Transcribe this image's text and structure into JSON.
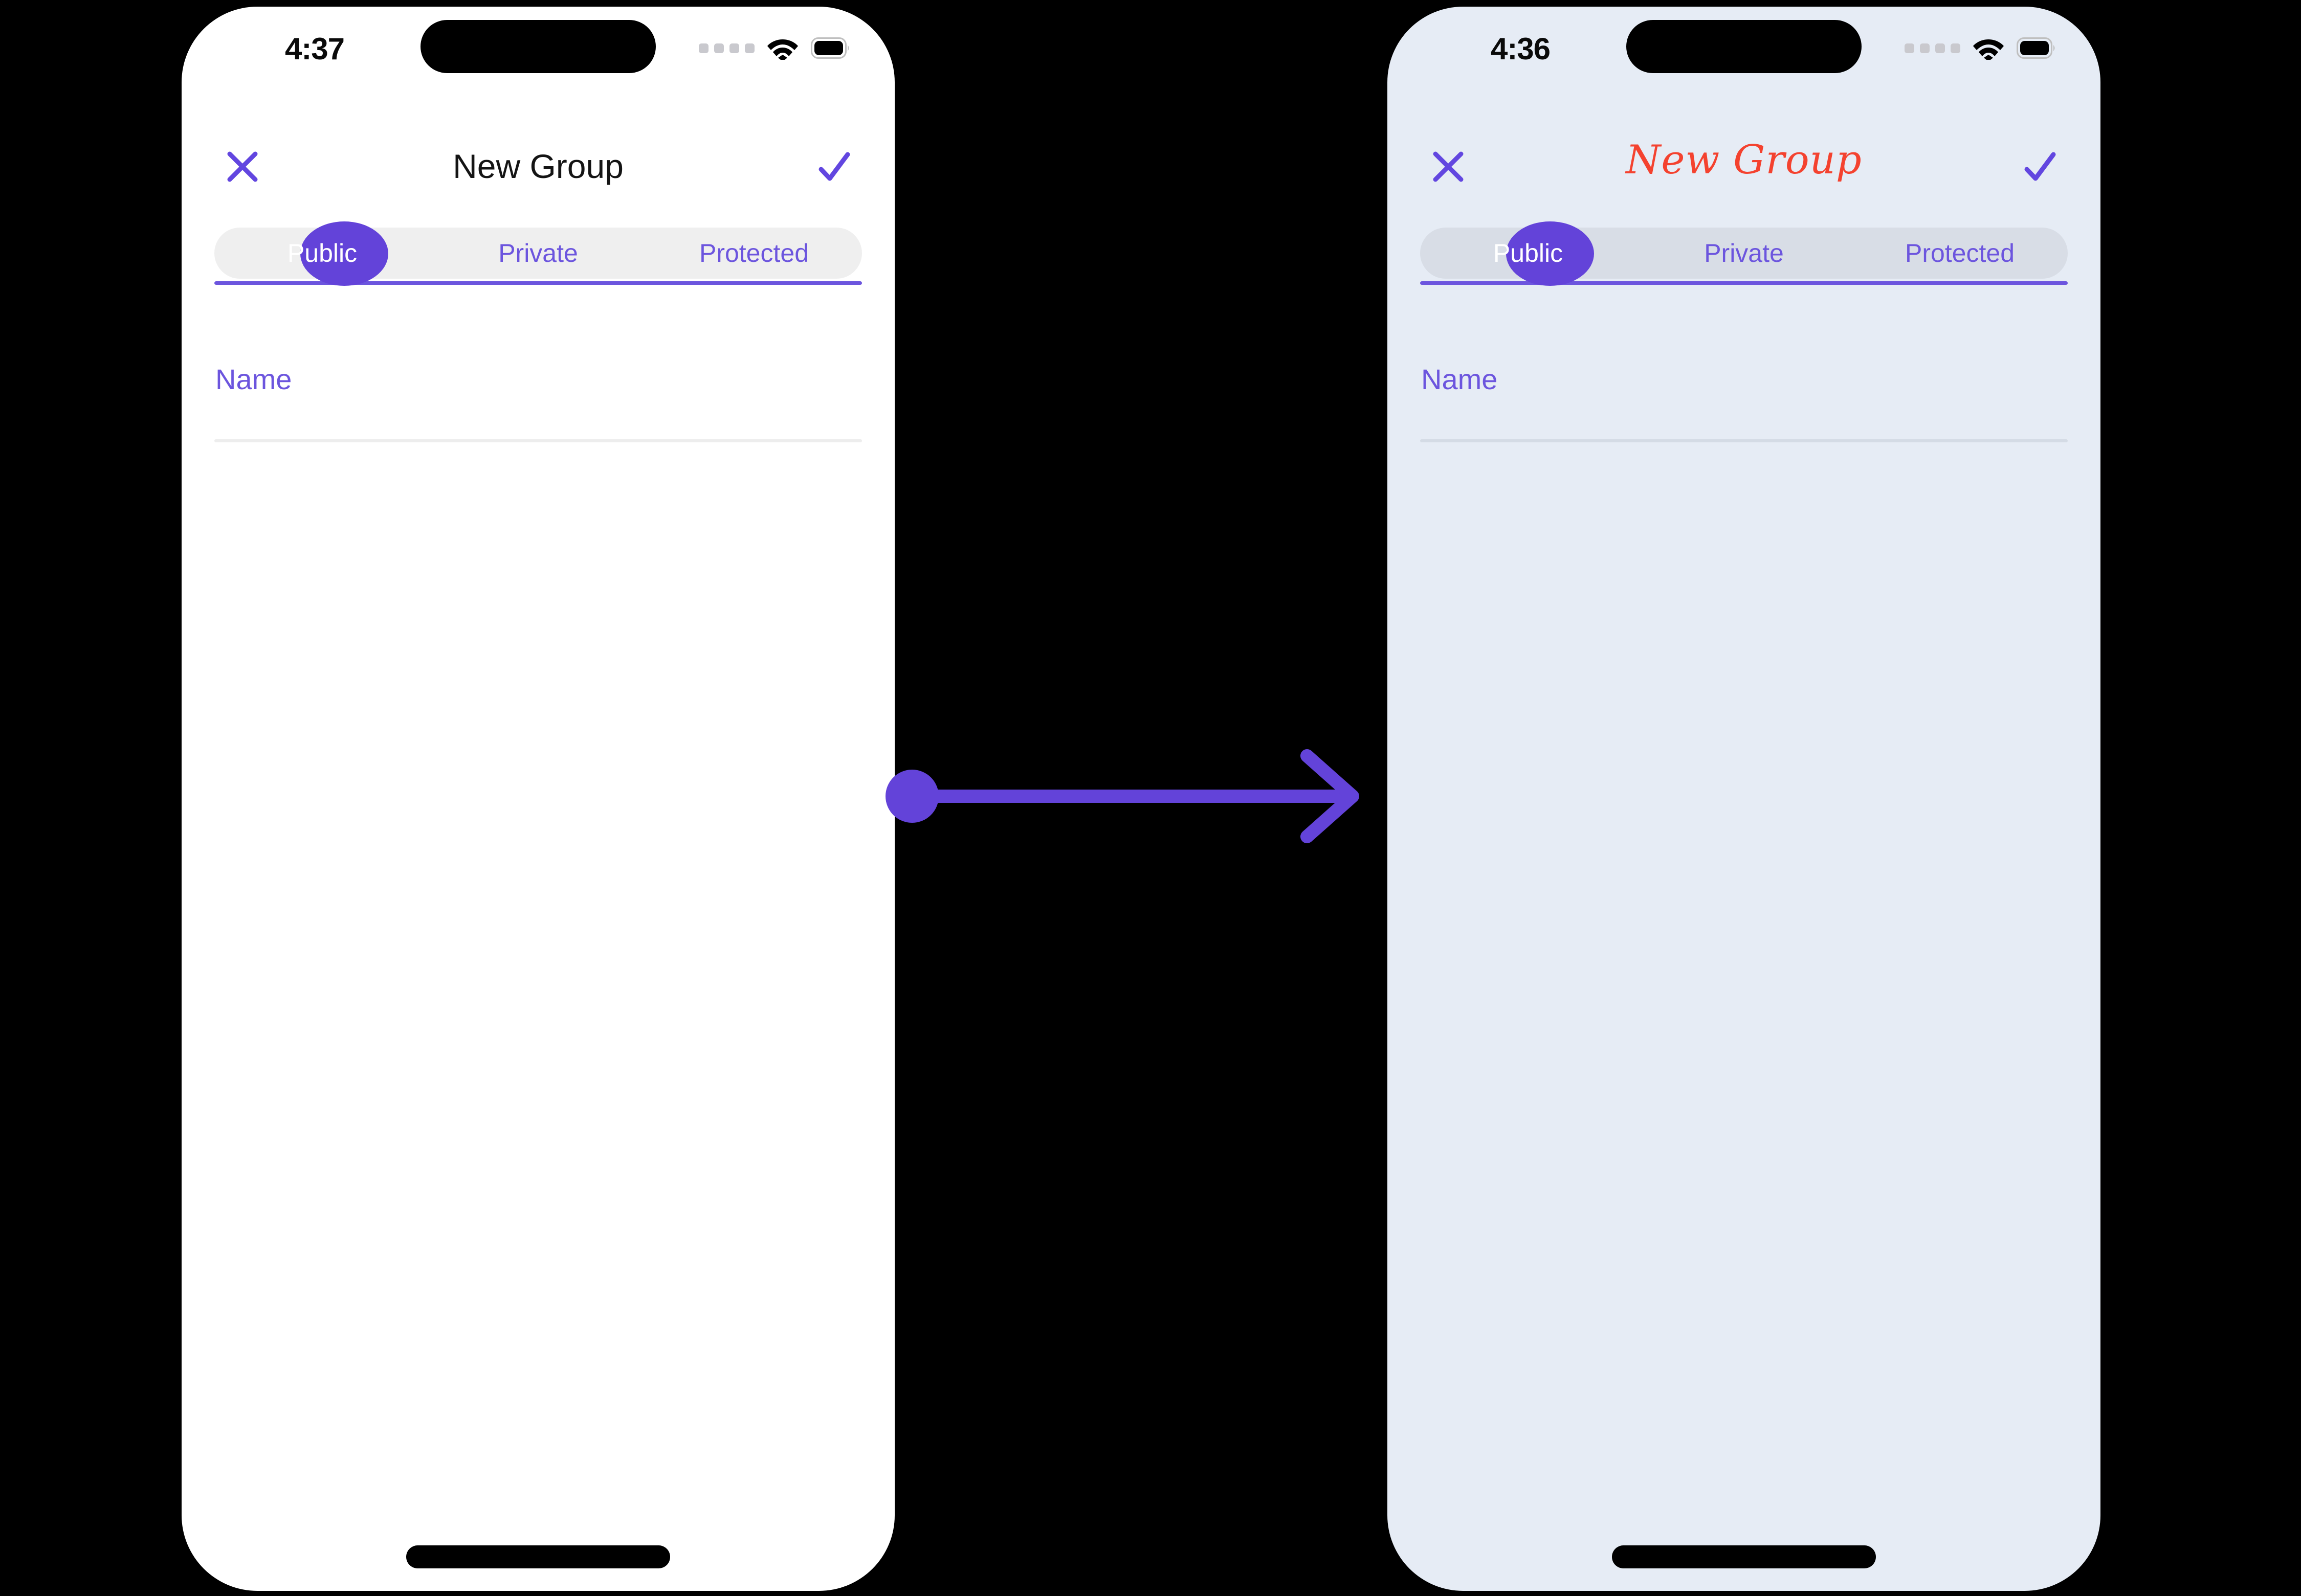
{
  "meta": {
    "background_color": "#000000",
    "accent_purple": "#6343D9",
    "accent_purple_light": "#6C55DE",
    "title_red": "#F4422F"
  },
  "screens": [
    {
      "id": "before",
      "variant": "light",
      "screen_background": "#FFFFFF",
      "status_bar": {
        "time": "4:37",
        "cellular_icon": "cellular-dots-icon",
        "wifi_icon": "wifi-icon",
        "battery_icon": "battery-full-icon",
        "dynamic_island": "dynamic-island"
      },
      "nav": {
        "close_icon": "close-icon",
        "title": "New Group",
        "title_style": "sans",
        "confirm_icon": "checkmark-icon"
      },
      "segmented_control": {
        "selected_index": 0,
        "track_color": "#EFEFEF",
        "underline_color": "#6C55DE",
        "options": [
          "Public",
          "Private",
          "Protected"
        ]
      },
      "name_field": {
        "label": "Name",
        "value": "",
        "placeholder": "Name",
        "rule_color": "#EDEDED"
      },
      "home_indicator": "home-indicator"
    },
    {
      "id": "after",
      "variant": "tinted",
      "screen_background": "#E6ECF5",
      "status_bar": {
        "time": "4:36",
        "cellular_icon": "cellular-dots-icon",
        "wifi_icon": "wifi-icon",
        "battery_icon": "battery-full-icon",
        "dynamic_island": "dynamic-island"
      },
      "nav": {
        "close_icon": "close-icon",
        "title": "New Group",
        "title_style": "script",
        "confirm_icon": "checkmark-icon"
      },
      "segmented_control": {
        "selected_index": 0,
        "track_color": "#D8DDE6",
        "underline_color": "#6C55DE",
        "options": [
          "Public",
          "Private",
          "Protected"
        ]
      },
      "name_field": {
        "label": "Name",
        "value": "",
        "placeholder": "Name",
        "rule_color": "#D4DBE5"
      },
      "home_indicator": "home-indicator"
    }
  ],
  "transition": {
    "icon": "arrow-right-icon",
    "color": "#6343D9",
    "direction": "left-to-right"
  }
}
